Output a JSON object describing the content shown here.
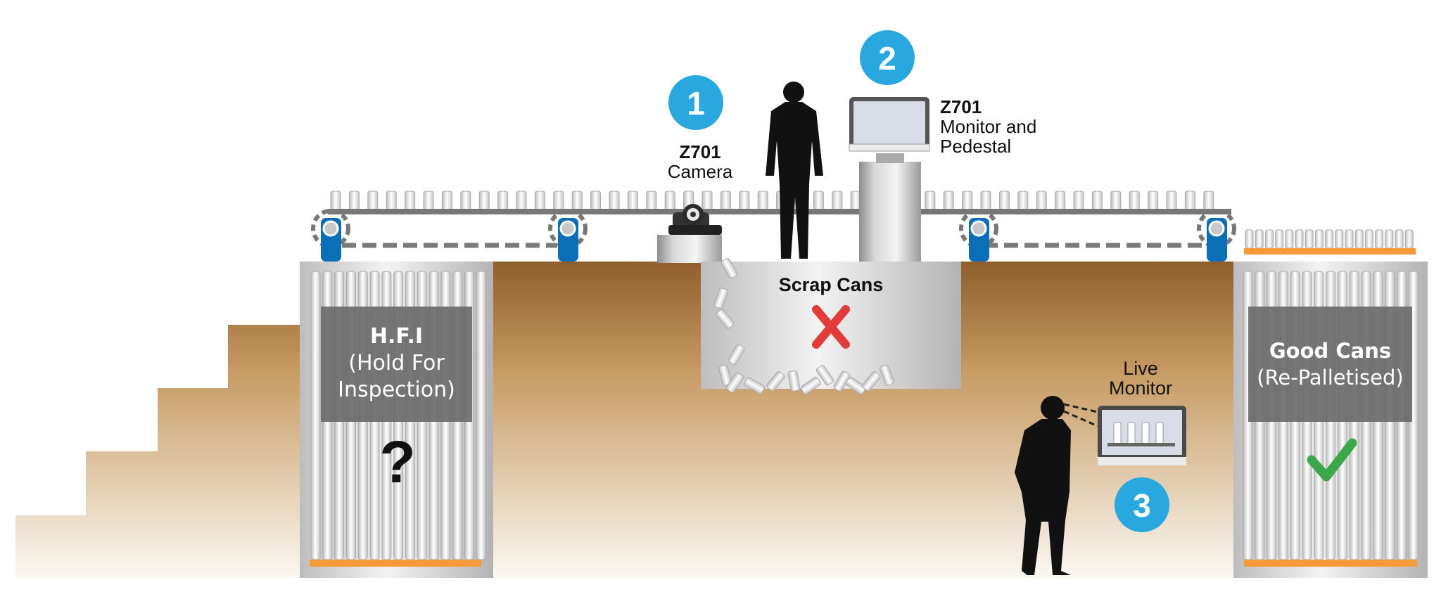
{
  "camera": {
    "step": "1",
    "model": "Z701",
    "name": "Camera"
  },
  "monitor": {
    "step": "2",
    "model": "Z701",
    "line1": "Monitor and",
    "line2": "Pedestal"
  },
  "live_monitor": {
    "step": "3",
    "line1": "Live",
    "line2": "Monitor"
  },
  "scrap": {
    "title": "Scrap Cans"
  },
  "hfi": {
    "line1": "H.F.I",
    "line2": "(Hold For",
    "line3": "Inspection)",
    "mark": "?"
  },
  "good": {
    "line1": "Good Cans",
    "line2": "(Re-Palletised)"
  },
  "colors": {
    "badge": "#29a8e0",
    "roller": "#0b6fb8",
    "pallet": "#f39a3b",
    "reject": "#e23b3b",
    "accept": "#3aa84a"
  }
}
